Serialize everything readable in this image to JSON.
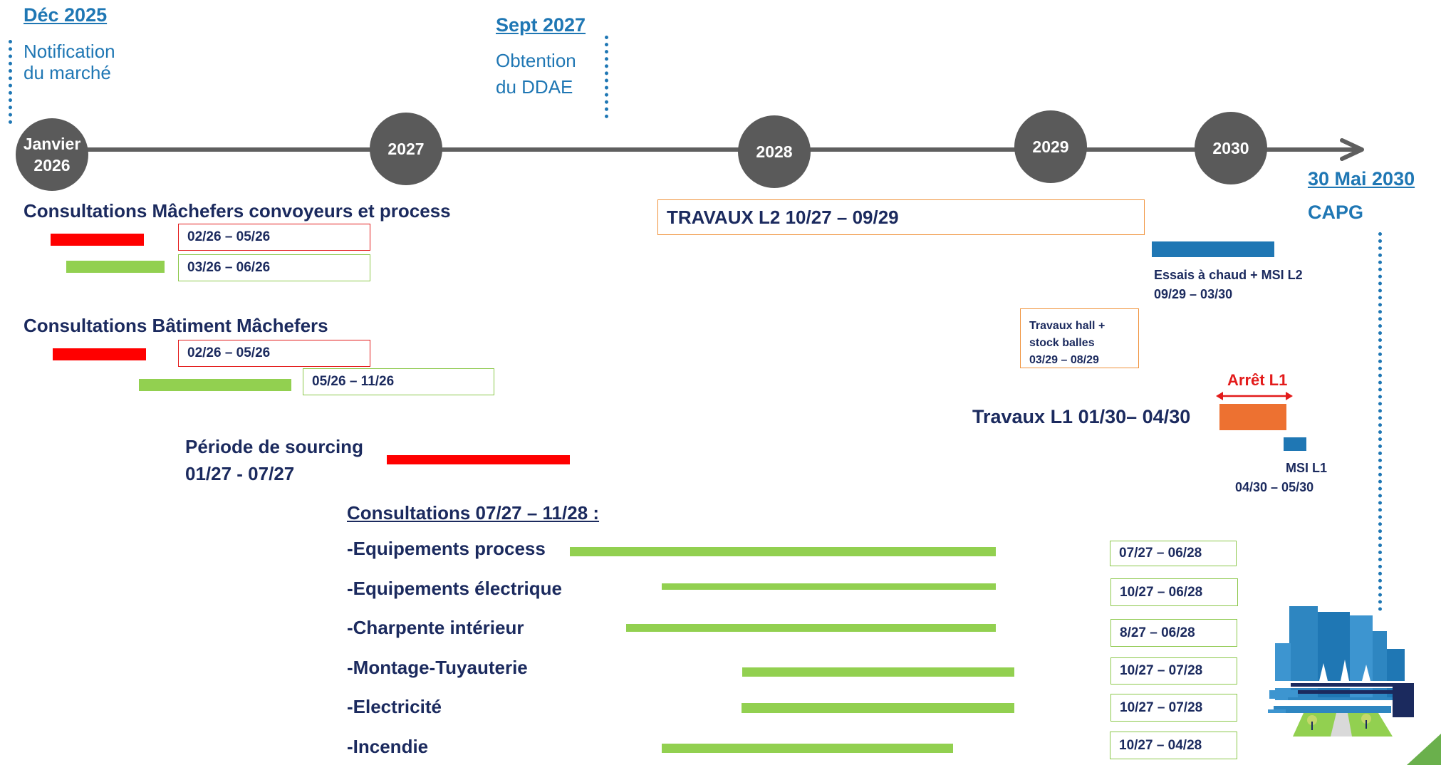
{
  "milestones": {
    "m1": {
      "date": "Déc 2025",
      "line1": "Notification",
      "line2": "du marché"
    },
    "m2": {
      "date": "Sept 2027",
      "line1": "Obtention",
      "line2": "du DDAE"
    },
    "m3": {
      "date": "30 Mai 2030",
      "line1": "CAPG"
    }
  },
  "timeline": {
    "n1_line1": "Janvier",
    "n1_line2": "2026",
    "n2": "2027",
    "n3": "2028",
    "n4": "2029",
    "n5": "2030"
  },
  "sections": {
    "macheferes_process": {
      "title": "Consultations Mâchefers convoyeurs et process",
      "red_dates": "02/26 – 05/26",
      "green_dates": "03/26 – 06/26"
    },
    "batiment": {
      "title": "Consultations Bâtiment Mâchefers",
      "red_dates": "02/26 – 05/26",
      "green_dates": "05/26 – 11/26"
    },
    "sourcing": {
      "line1": "Période de sourcing",
      "line2": "01/27 - 07/27"
    },
    "consultations": {
      "title": "Consultations 07/27 – 11/28 :",
      "items": [
        {
          "label": "-Equipements process",
          "dates": "07/27 – 06/28"
        },
        {
          "label": "-Equipements électrique",
          "dates": "10/27 – 06/28"
        },
        {
          "label": "-Charpente intérieur",
          "dates": "8/27 – 06/28"
        },
        {
          "label": "-Montage-Tuyauterie",
          "dates": "10/27 – 07/28"
        },
        {
          "label": "-Electricité",
          "dates": "10/27 – 07/28"
        },
        {
          "label": "-Incendie",
          "dates": "10/27 – 04/28"
        }
      ]
    },
    "travaux_l2": {
      "label": "TRAVAUX L2  10/27 – 09/29"
    },
    "essais": {
      "line1": "Essais à chaud + MSI L2",
      "line2": "09/29 – 03/30"
    },
    "hall": {
      "line1": "Travaux hall +",
      "line2": "stock balles",
      "line3": "03/29 – 08/29"
    },
    "arret": {
      "label": "Arrêt L1"
    },
    "travaux_l1": {
      "label": "Travaux L1  01/30– 04/30"
    },
    "msi_l1": {
      "line1": "MSI L1",
      "line2": "04/30 – 05/30"
    }
  },
  "colors": {
    "milestone_blue": "#1f77b4",
    "navy_text": "#1b2a5e",
    "bar_red": "#ff0000",
    "bar_green": "#92d050",
    "bar_blue": "#1f77b4",
    "bar_orange": "#ed7131",
    "axis_grey": "#5a5a5a"
  }
}
